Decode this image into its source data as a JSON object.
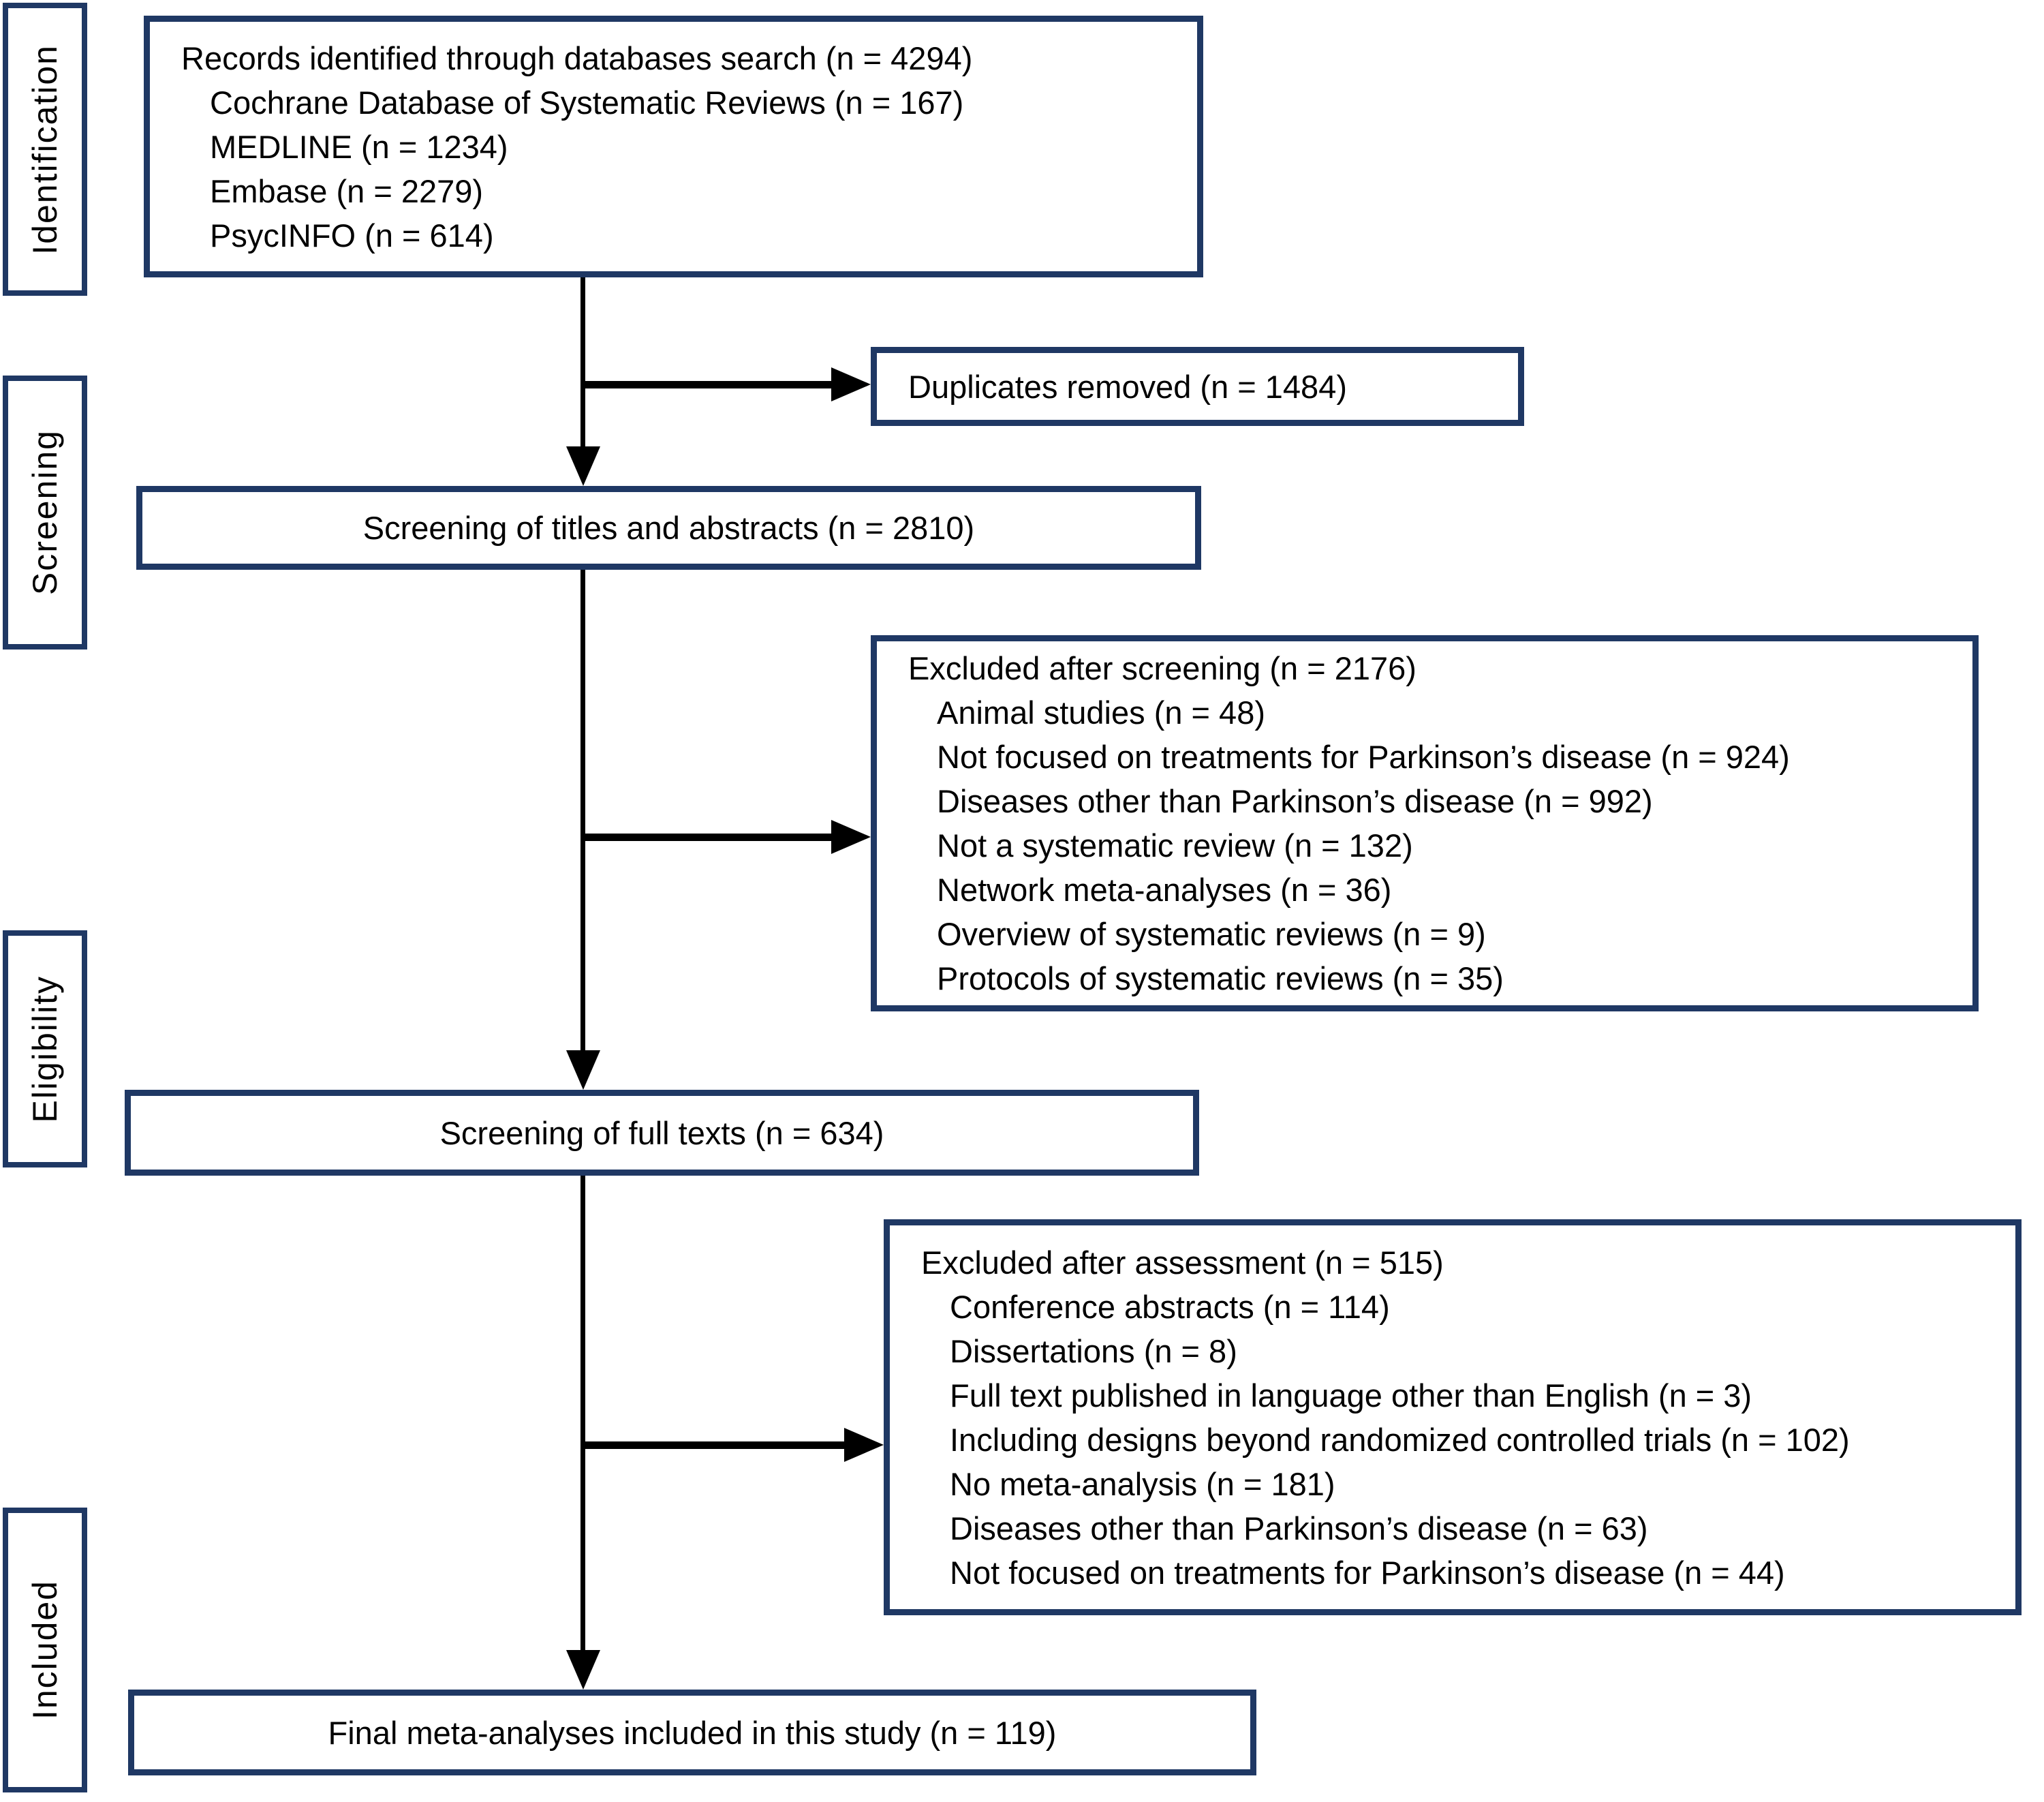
{
  "colors": {
    "box_border": "#1f3864",
    "box_fill": "#ffffff",
    "connector": "#000000",
    "text": "#000000",
    "background": "#ffffff"
  },
  "stages": {
    "identification": "Identification",
    "screening": "Screening",
    "eligibility": "Eligibility",
    "included": "Included"
  },
  "boxes": {
    "records": {
      "title": "Records identified through databases search (n = 4294)",
      "items": [
        "Cochrane Database of Systematic Reviews (n = 167)",
        "MEDLINE (n = 1234)",
        "Embase (n = 2279)",
        "PsycINFO (n = 614)"
      ]
    },
    "duplicates": {
      "title": "Duplicates removed (n = 1484)"
    },
    "title_abstract_screening": {
      "title": "Screening of titles and abstracts (n = 2810)"
    },
    "excluded_screening": {
      "title": "Excluded after screening (n = 2176)",
      "items": [
        "Animal studies (n = 48)",
        "Not focused on treatments for Parkinson’s disease (n = 924)",
        "Diseases other than Parkinson’s disease (n = 992)",
        "Not a systematic review (n = 132)",
        "Network meta-analyses (n = 36)",
        "Overview of systematic reviews (n = 9)",
        "Protocols of systematic reviews (n = 35)"
      ]
    },
    "full_text_screening": {
      "title": "Screening of full texts (n = 634)"
    },
    "excluded_assessment": {
      "title": "Excluded after assessment (n = 515)",
      "items": [
        "Conference abstracts (n = 114)",
        "Dissertations (n = 8)",
        "Full text published in language other than English (n = 3)",
        "Including designs beyond randomized controlled trials (n = 102)",
        "No meta-analysis (n = 181)",
        "Diseases other than Parkinson’s disease (n = 63)",
        "Not focused on treatments for Parkinson’s disease (n = 44)"
      ]
    },
    "final": {
      "title": "Final meta-analyses included in this study (n = 119)"
    }
  }
}
